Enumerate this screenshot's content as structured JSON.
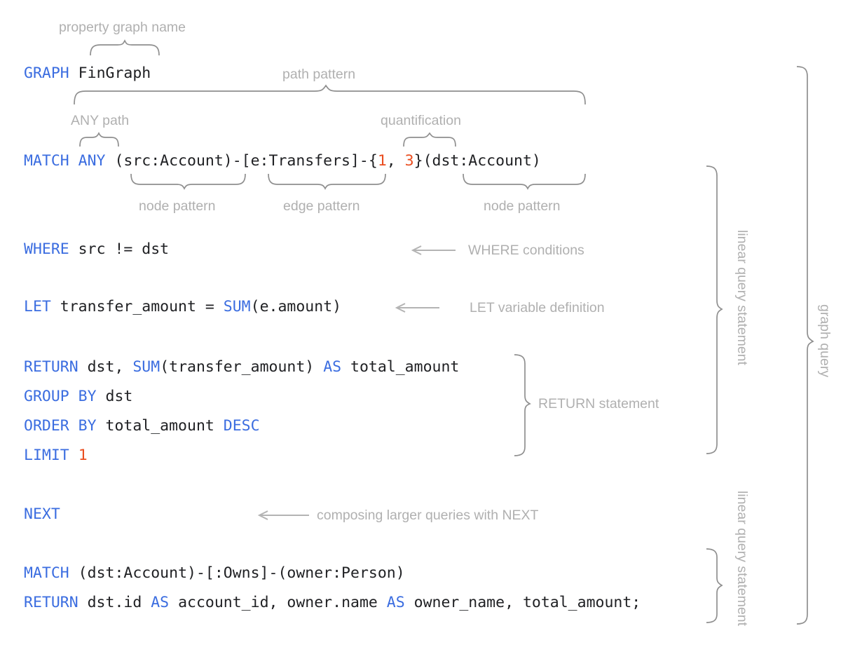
{
  "meta": {
    "title": "GQL graph query anatomy",
    "colors": {
      "keyword": "#3b6de0",
      "number": "#ea4d1f",
      "code_text": "#202124",
      "annotation": "#b0b0b0",
      "brace": "#8f8f8f",
      "background": "#ffffff"
    }
  },
  "code": {
    "lines": [
      {
        "id": "graph-line",
        "tokens": [
          {
            "text": "GRAPH",
            "type": "keyword"
          },
          {
            "text": " FinGraph",
            "type": "plain"
          }
        ]
      },
      {
        "id": "match-line",
        "tokens": [
          {
            "text": "MATCH ANY",
            "type": "keyword"
          },
          {
            "text": " (src:Account)-[e:Transfers]-{",
            "type": "plain"
          },
          {
            "text": "1",
            "type": "number"
          },
          {
            "text": ", ",
            "type": "plain"
          },
          {
            "text": "3",
            "type": "number"
          },
          {
            "text": "}(dst:Account)",
            "type": "plain"
          }
        ]
      },
      {
        "id": "where-line",
        "tokens": [
          {
            "text": "WHERE",
            "type": "keyword"
          },
          {
            "text": " src != dst",
            "type": "plain"
          }
        ]
      },
      {
        "id": "let-line",
        "tokens": [
          {
            "text": "LET",
            "type": "keyword"
          },
          {
            "text": " transfer_amount = ",
            "type": "plain"
          },
          {
            "text": "SUM",
            "type": "keyword"
          },
          {
            "text": "(e.amount)",
            "type": "plain"
          }
        ]
      },
      {
        "id": "return-line",
        "tokens": [
          {
            "text": "RETURN",
            "type": "keyword"
          },
          {
            "text": " dst, ",
            "type": "plain"
          },
          {
            "text": "SUM",
            "type": "keyword"
          },
          {
            "text": "(transfer_amount) ",
            "type": "plain"
          },
          {
            "text": "AS",
            "type": "keyword"
          },
          {
            "text": " total_amount",
            "type": "plain"
          }
        ]
      },
      {
        "id": "groupby-line",
        "tokens": [
          {
            "text": "GROUP BY",
            "type": "keyword"
          },
          {
            "text": " dst",
            "type": "plain"
          }
        ]
      },
      {
        "id": "orderby-line",
        "tokens": [
          {
            "text": "ORDER BY",
            "type": "keyword"
          },
          {
            "text": " total_amount ",
            "type": "plain"
          },
          {
            "text": "DESC",
            "type": "keyword"
          }
        ]
      },
      {
        "id": "limit-line",
        "tokens": [
          {
            "text": "LIMIT",
            "type": "keyword"
          },
          {
            "text": " ",
            "type": "plain"
          },
          {
            "text": "1",
            "type": "number"
          }
        ]
      },
      {
        "id": "next-line",
        "tokens": [
          {
            "text": "NEXT",
            "type": "keyword"
          }
        ]
      },
      {
        "id": "match2-line",
        "tokens": [
          {
            "text": "MATCH",
            "type": "keyword"
          },
          {
            "text": " (dst:Account)-[:Owns]-(owner:Person)",
            "type": "plain"
          }
        ]
      },
      {
        "id": "return2-line",
        "tokens": [
          {
            "text": "RETURN",
            "type": "keyword"
          },
          {
            "text": " dst.id ",
            "type": "plain"
          },
          {
            "text": "AS",
            "type": "keyword"
          },
          {
            "text": " account_id, owner.name ",
            "type": "plain"
          },
          {
            "text": "AS",
            "type": "keyword"
          },
          {
            "text": " owner_name, total_amount;",
            "type": "plain"
          }
        ]
      }
    ]
  },
  "annotations": {
    "property_graph_name": "property graph name",
    "path_pattern": "path pattern",
    "any_path": "ANY path",
    "quantification": "quantification",
    "node_pattern_left": "node pattern",
    "edge_pattern": "edge pattern",
    "node_pattern_right": "node pattern",
    "where_conditions": "WHERE conditions",
    "let_variable_definition": "LET variable definition",
    "return_statement": "RETURN statement",
    "next_note": "composing larger queries with NEXT",
    "linear_query_statement_1": "linear query statement",
    "linear_query_statement_2": "linear query statement",
    "graph_query": "graph query"
  }
}
